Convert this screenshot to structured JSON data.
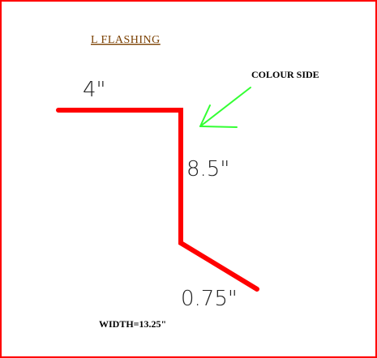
{
  "title": "L  FLASHING",
  "colors": {
    "border": "#ff0000",
    "flashing": "#ff0000",
    "arrow": "#33ff33",
    "title": "#7a3f00",
    "text": "#000000",
    "dim_text": "#222222"
  },
  "dimensions": {
    "top_leg": "4\"",
    "vertical_leg": "8.5\"",
    "bottom_leg": "0.75\""
  },
  "annotation": "COLOUR  SIDE",
  "width_label": "WIDTH=13.25\""
}
